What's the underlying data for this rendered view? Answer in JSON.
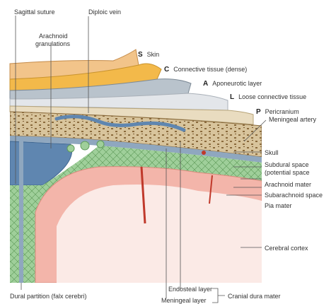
{
  "colors": {
    "skin": "#f2c48a",
    "connective_dense": "#f3b94a",
    "aponeurotic": "#b9c3cc",
    "loose_connective": "#e3e6ea",
    "pericranium": "#e9dcc0",
    "bone": "#d8c49c",
    "bone_pores": "#8a6a3c",
    "vein": "#5f86b0",
    "dura": "#8fa7bf",
    "csf_space": "#9fcf9a",
    "cortex": "#f3b5aa",
    "white_matter": "#fbeae6",
    "artery": "#c0392b",
    "leader": "#555555"
  },
  "labels": {
    "sagittal_suture": "Sagittal suture",
    "diploic_vein": "Diploic vein",
    "arachnoid_granulations_1": "Arachnoid",
    "arachnoid_granulations_2": "granulations",
    "skin_letter": "S",
    "skin": "Skin",
    "connective_letter": "C",
    "connective": "Connective tissue (dense)",
    "aponeurotic_letter": "A",
    "aponeurotic": "Aponeurotic layer",
    "loose_letter": "L",
    "loose": "Loose connective tissue",
    "pericranium_letter": "P",
    "pericranium": "Pericranium",
    "meningeal_artery": "Meningeal artery",
    "skull": "Skull",
    "subdural_1": "Subdural space",
    "subdural_2": "(potential space",
    "arachnoid_mater": "Arachnoid mater",
    "subarachnoid_space": "Subarachnoid space",
    "pia_mater": "Pia mater",
    "cerebral_cortex": "Cerebral cortex",
    "dural_partition": "Dural partition (falx cerebri)",
    "endosteal_layer": "Endosteal layer",
    "meningeal_layer": "Meningeal layer",
    "cranial_dura": "Cranial dura mater"
  }
}
